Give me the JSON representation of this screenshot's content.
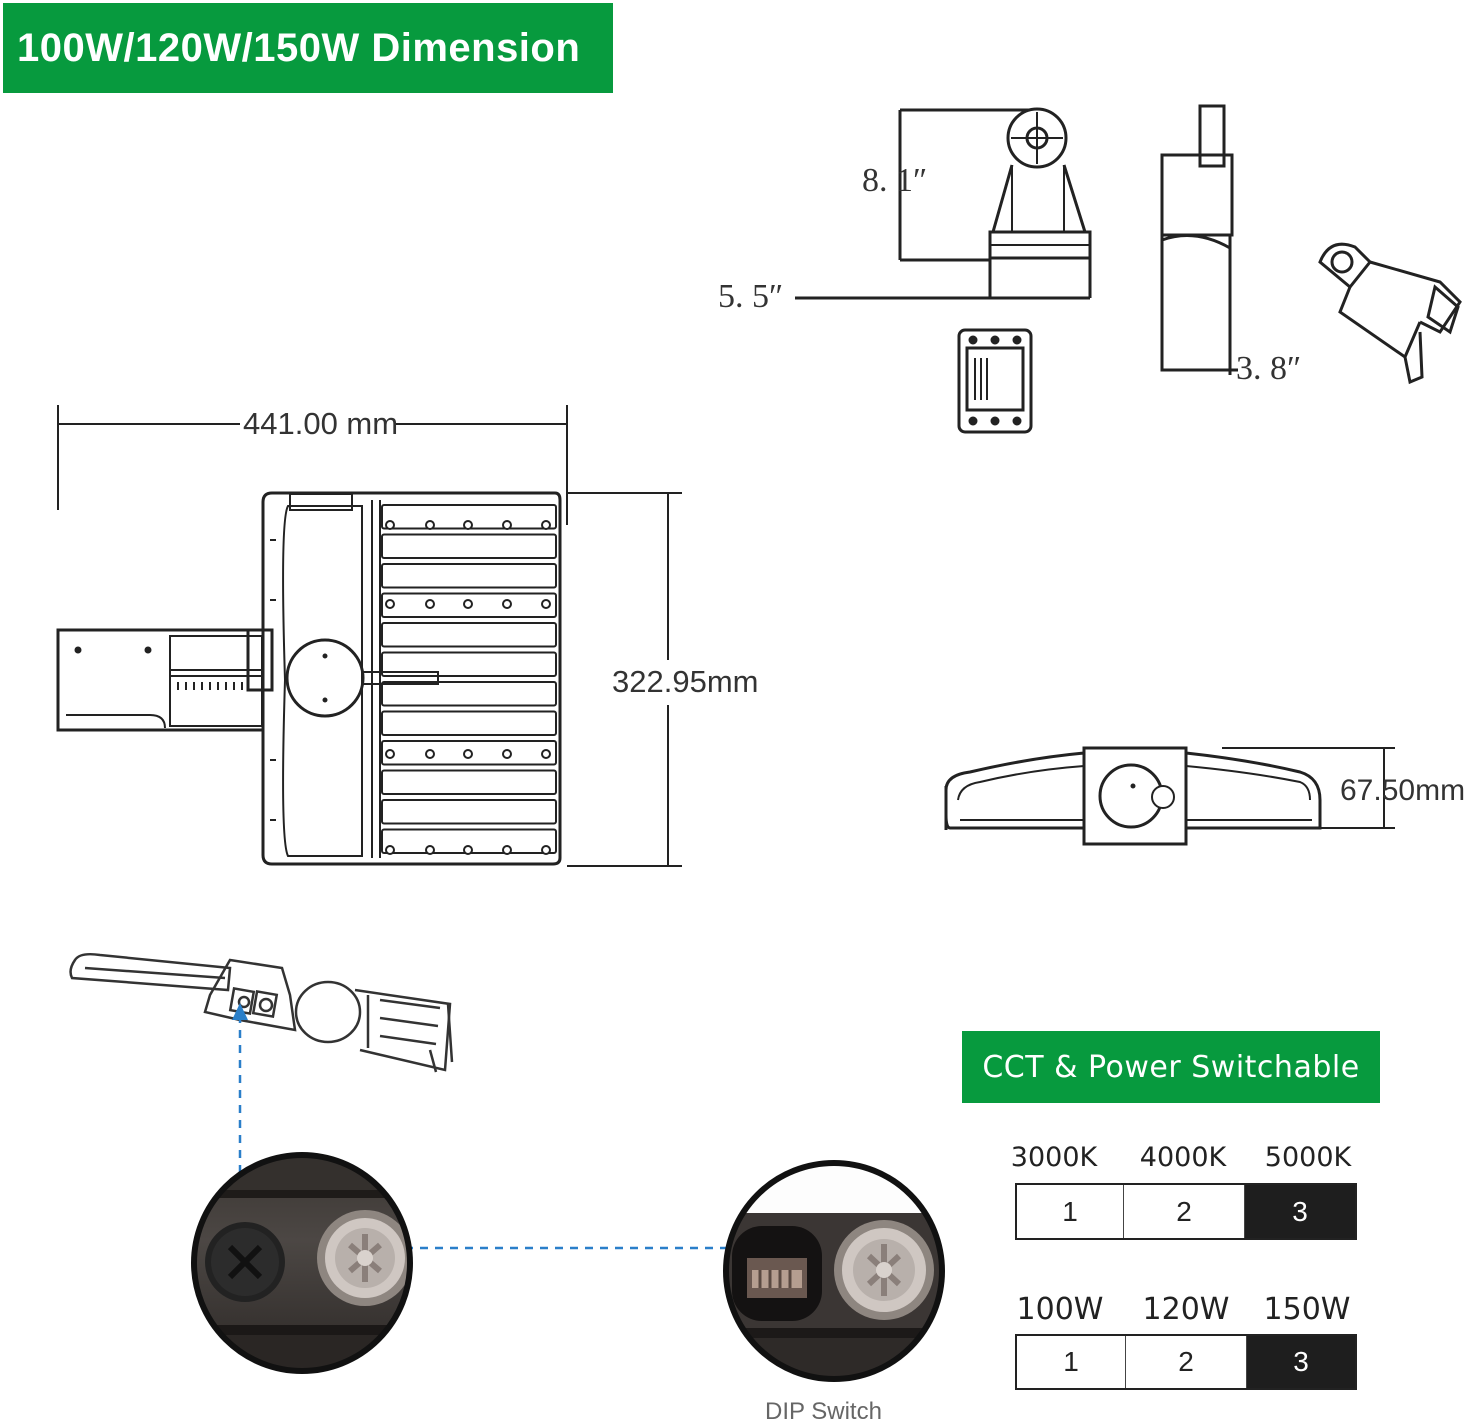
{
  "header": {
    "title": "100W/120W/150W Dimension"
  },
  "dimensions": {
    "bracket_height": "8. 1″",
    "bracket_width": "5. 5″",
    "bracket_depth": "3. 8″",
    "fixture_width": "441.00 mm",
    "fixture_height": "322.95mm",
    "fixture_thickness": "67.50mm"
  },
  "switch_panel": {
    "title": "CCT & Power Switchable",
    "cct": {
      "labels": [
        "3000K",
        "4000K",
        "5000K"
      ],
      "options": [
        "1",
        "2",
        "3"
      ],
      "selected_index": 2
    },
    "power": {
      "labels": [
        "100W",
        "120W",
        "150W"
      ],
      "options": [
        "1",
        "2",
        "3"
      ],
      "selected_index": 2
    }
  },
  "caption": {
    "dip_switch": "DIP Switch"
  },
  "colors": {
    "accent_green": "#079a3e",
    "selected_cell": "#1e1e1e",
    "dashed_arrow": "#2a7fc9"
  }
}
